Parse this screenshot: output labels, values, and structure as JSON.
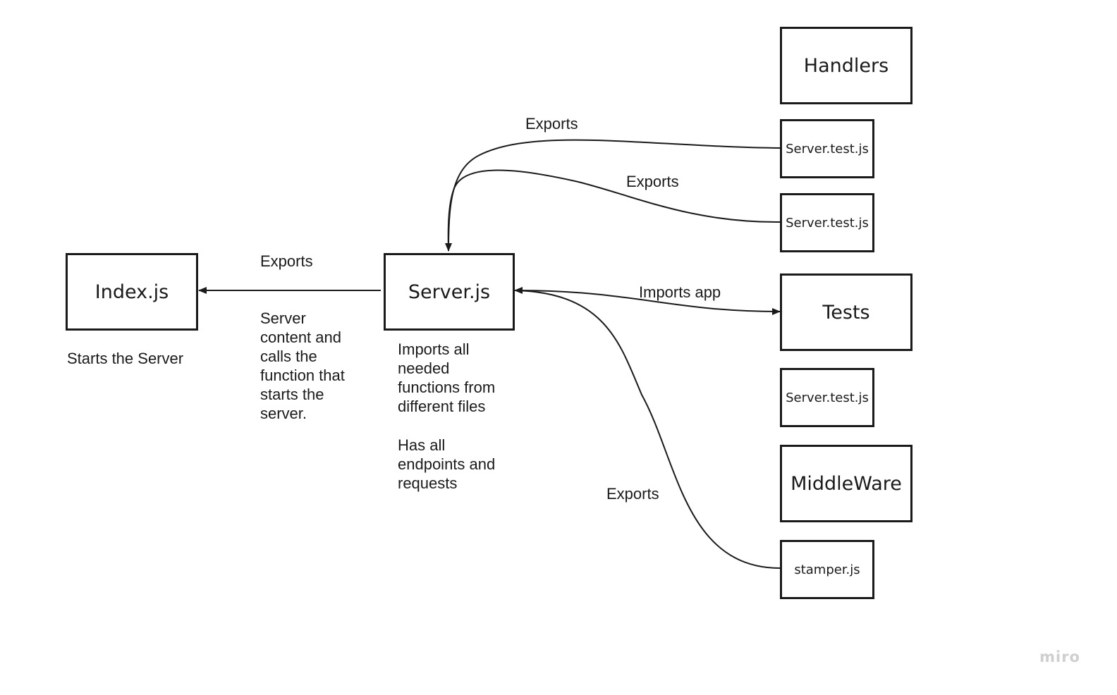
{
  "nodes": {
    "index": "Index.js",
    "server": "Server.js",
    "handlers": "Handlers",
    "handler_file_1": "Server.test.js",
    "handler_file_2": "Server.test.js",
    "tests": "Tests",
    "tests_file": "Server.test.js",
    "middleware": "MiddleWare",
    "middleware_file": "stamper.js"
  },
  "edge_labels": {
    "server_to_index": "Exports",
    "handler1_to_server": "Exports",
    "handler2_to_server": "Exports",
    "server_tests": "Imports app",
    "stamper_to_server": "Exports"
  },
  "notes": {
    "index_description": "Starts the Server",
    "server_content": "Server\ncontent and\ncalls the\nfunction that\nstarts the\nserver.",
    "server_imports": "Imports all\nneeded\nfunctions from\ndifferent files",
    "server_endpoints": "Has all\nendpoints and\nrequests"
  },
  "watermark": "miro"
}
